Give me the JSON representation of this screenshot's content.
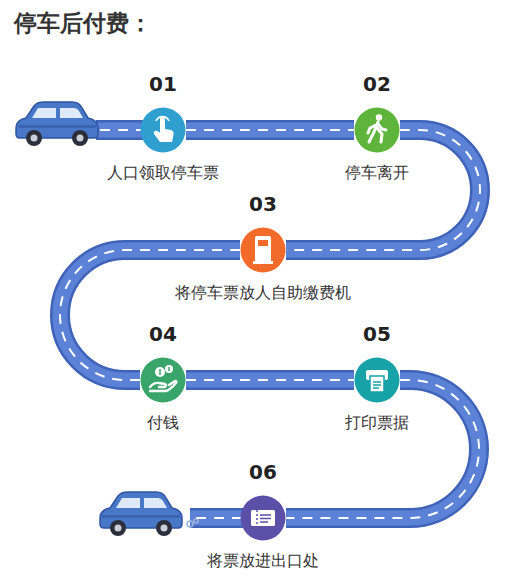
{
  "diagram": {
    "title": "停车后付费：",
    "nodes": [
      {
        "text": [
          "01",
          "人口领取停车票"
        ]
      },
      {
        "text": [
          "02",
          "停车离开"
        ]
      },
      {
        "text": [
          "03",
          "将停车票放人自助缴费机"
        ]
      },
      {
        "text": [
          "04",
          "付钱"
        ]
      },
      {
        "text": [
          "05",
          "打印票据"
        ]
      },
      {
        "text": [
          "06",
          "将票放进出口处"
        ]
      }
    ],
    "edges": [
      {
        "from": 0,
        "to": 1,
        "arrow": "none"
      },
      {
        "from": 1,
        "to": 2,
        "arrow": "none"
      },
      {
        "from": 2,
        "to": 3,
        "arrow": "none"
      },
      {
        "from": 3,
        "to": 4,
        "arrow": "none"
      },
      {
        "from": 4,
        "to": 5,
        "arrow": "none"
      }
    ]
  }
}
